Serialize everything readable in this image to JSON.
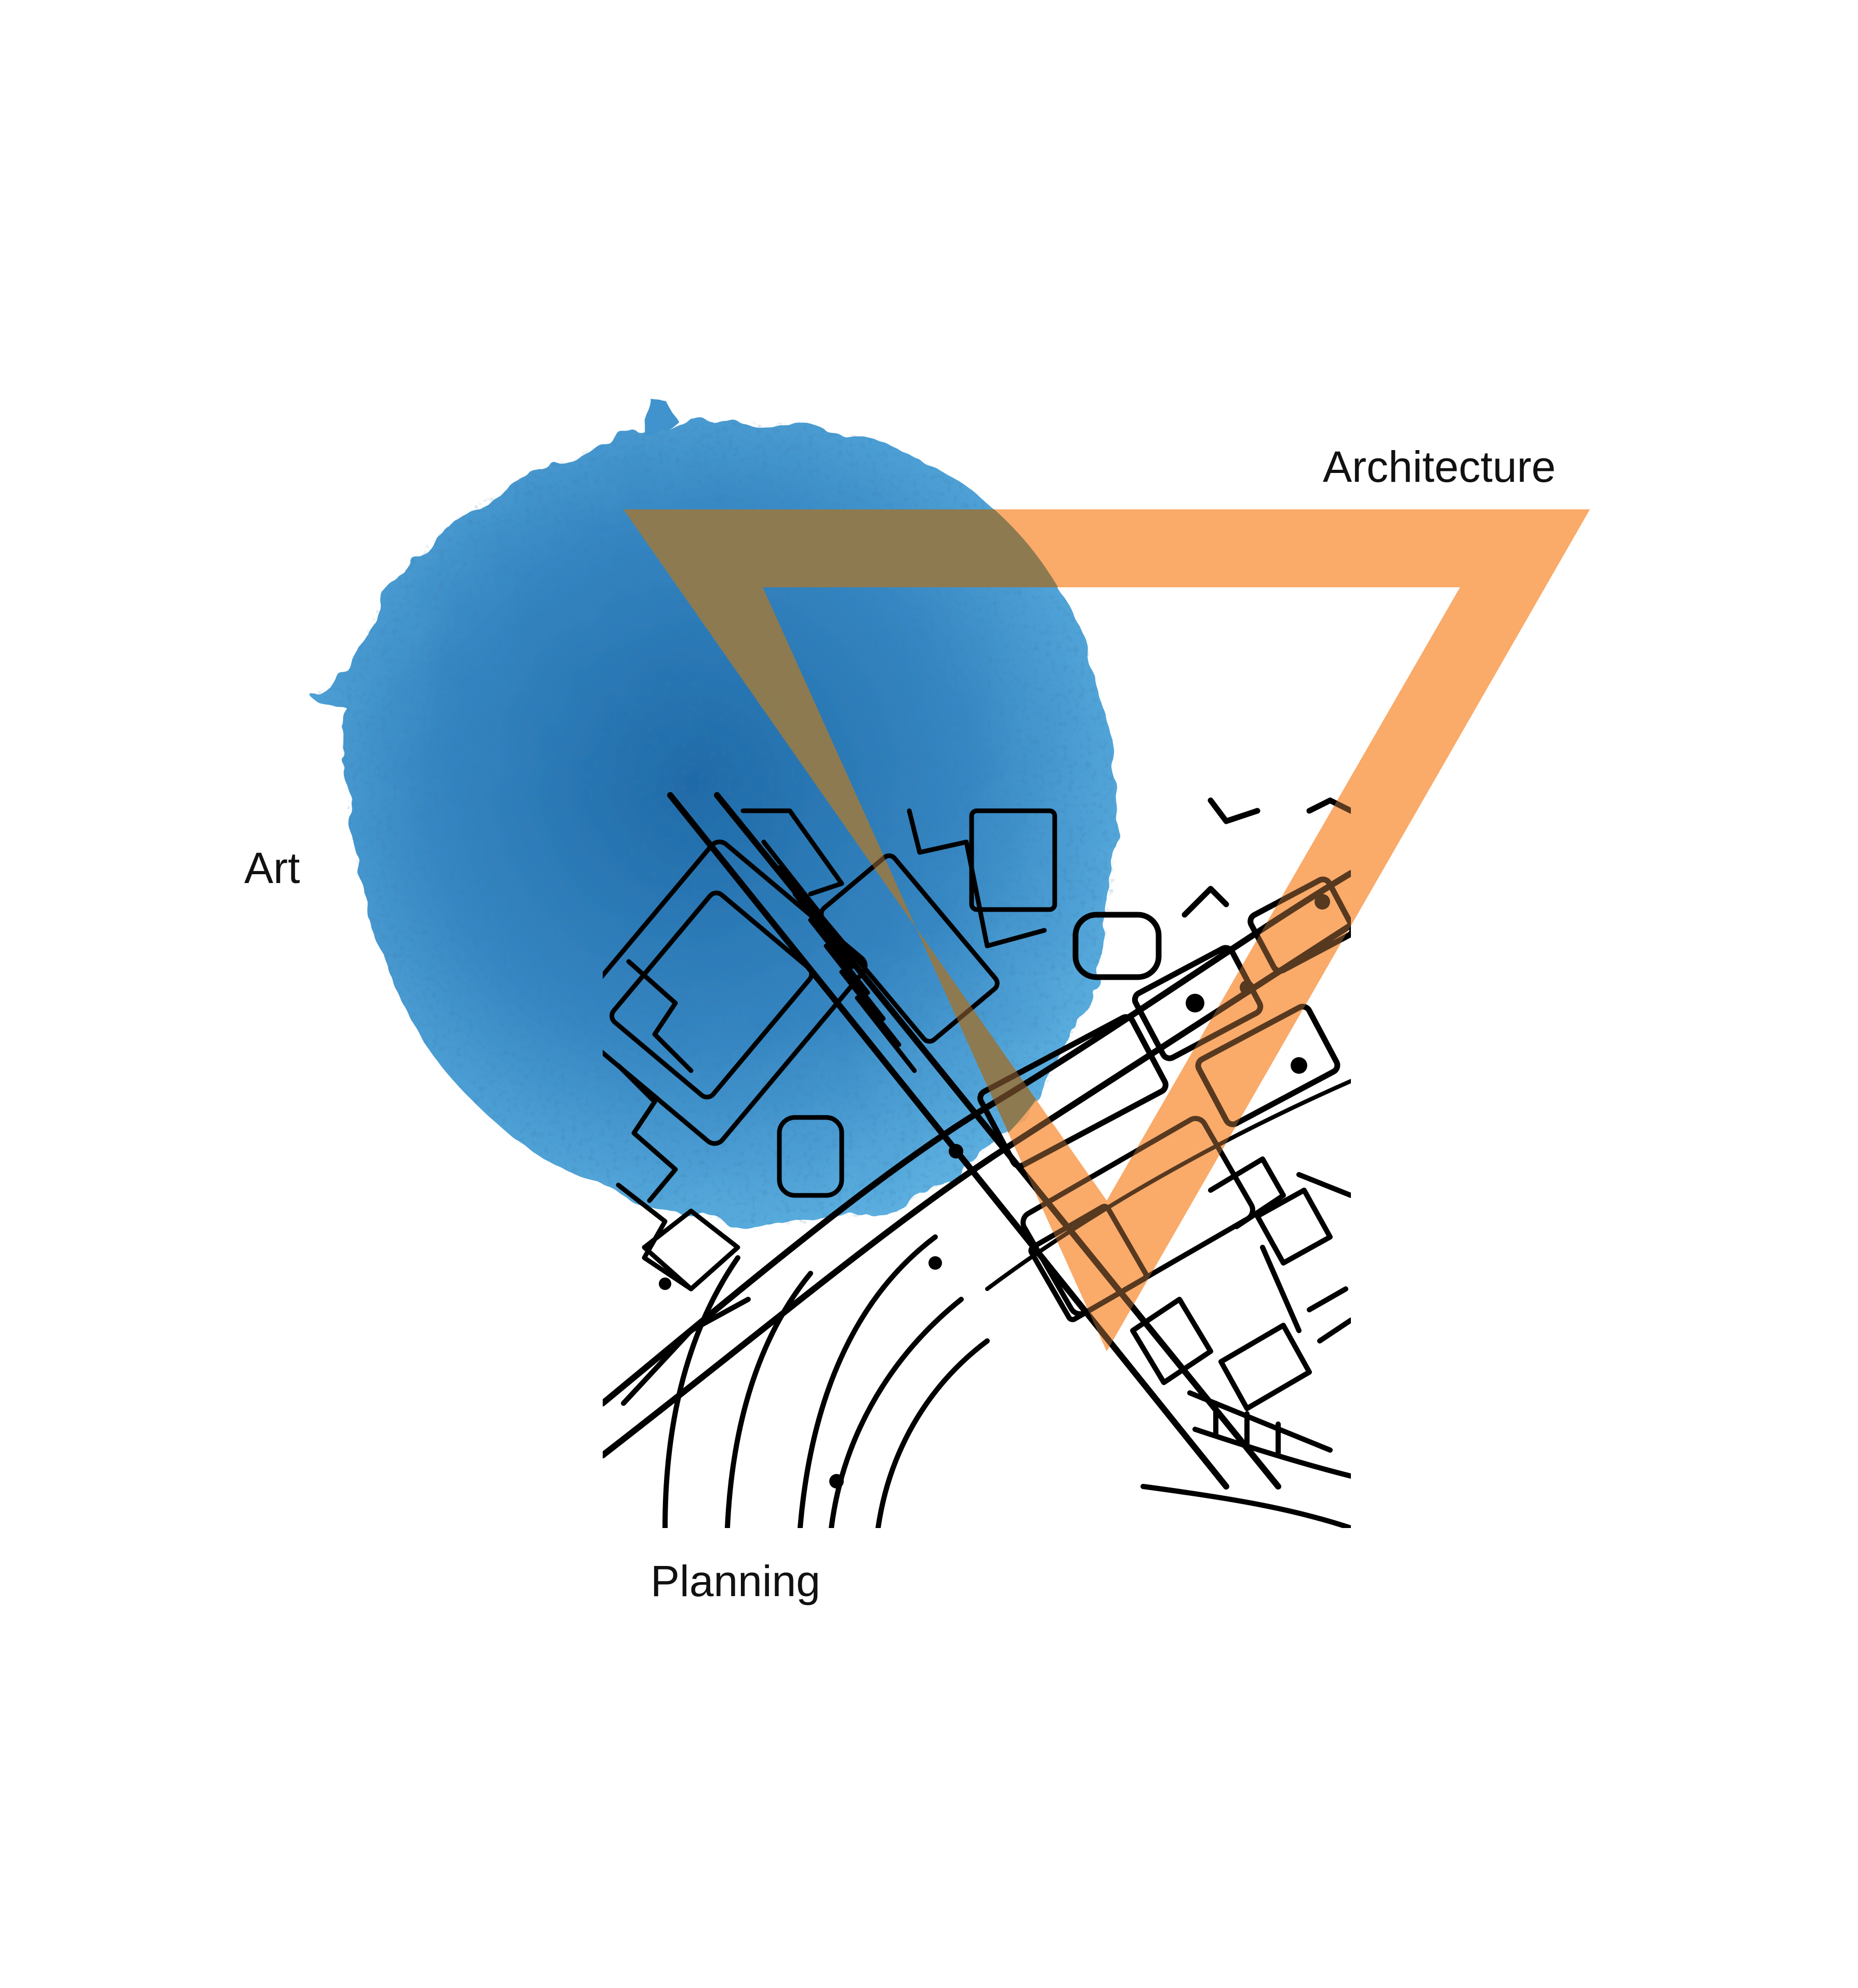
{
  "labels": {
    "architecture": "Architecture",
    "art": "Art",
    "planning": "Planning"
  },
  "colors": {
    "background": "#ffffff",
    "art_watercolor": "#3f93cc",
    "art_watercolor_dark": "#1f6aa8",
    "architecture_triangle": "#f9a35c",
    "overlap_tint": "#3a5a45",
    "map_ink": "#000000",
    "text": "#111111"
  },
  "elements": {
    "art": "watercolor-blob",
    "architecture": "inverted-triangle-outline",
    "planning": "street-map-fragment"
  }
}
